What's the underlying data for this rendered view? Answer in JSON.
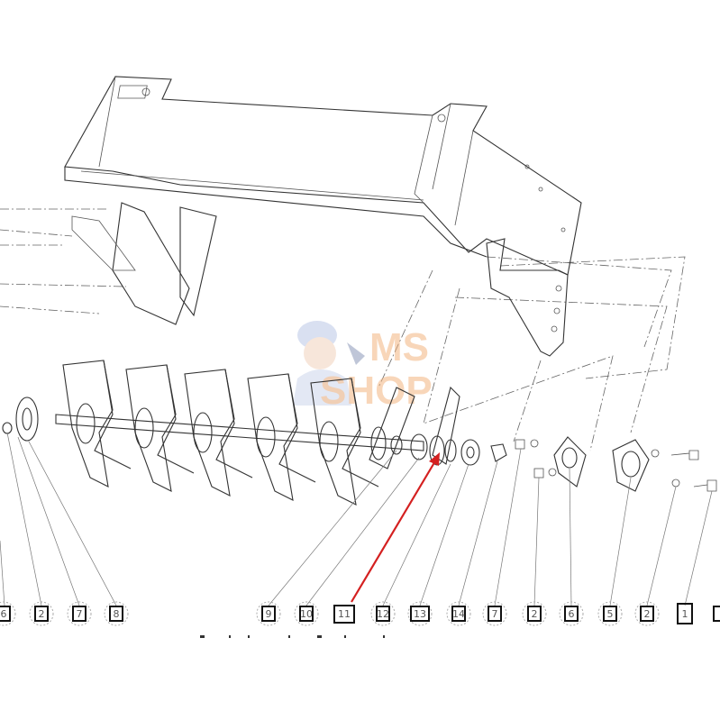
{
  "diagram": {
    "title": "Exploded parts diagram - tiller rotor assembly",
    "callouts": [
      "6",
      "2",
      "7",
      "8",
      "9",
      "10",
      "11",
      "12",
      "13",
      "14",
      "7",
      "2",
      "6",
      "5",
      "2",
      "1",
      ""
    ],
    "highlighted_callout": "11",
    "accent_color": "#d42020",
    "logo": {
      "line1": "MS",
      "line2": "SHOP",
      "color": "#f0b07a"
    }
  }
}
